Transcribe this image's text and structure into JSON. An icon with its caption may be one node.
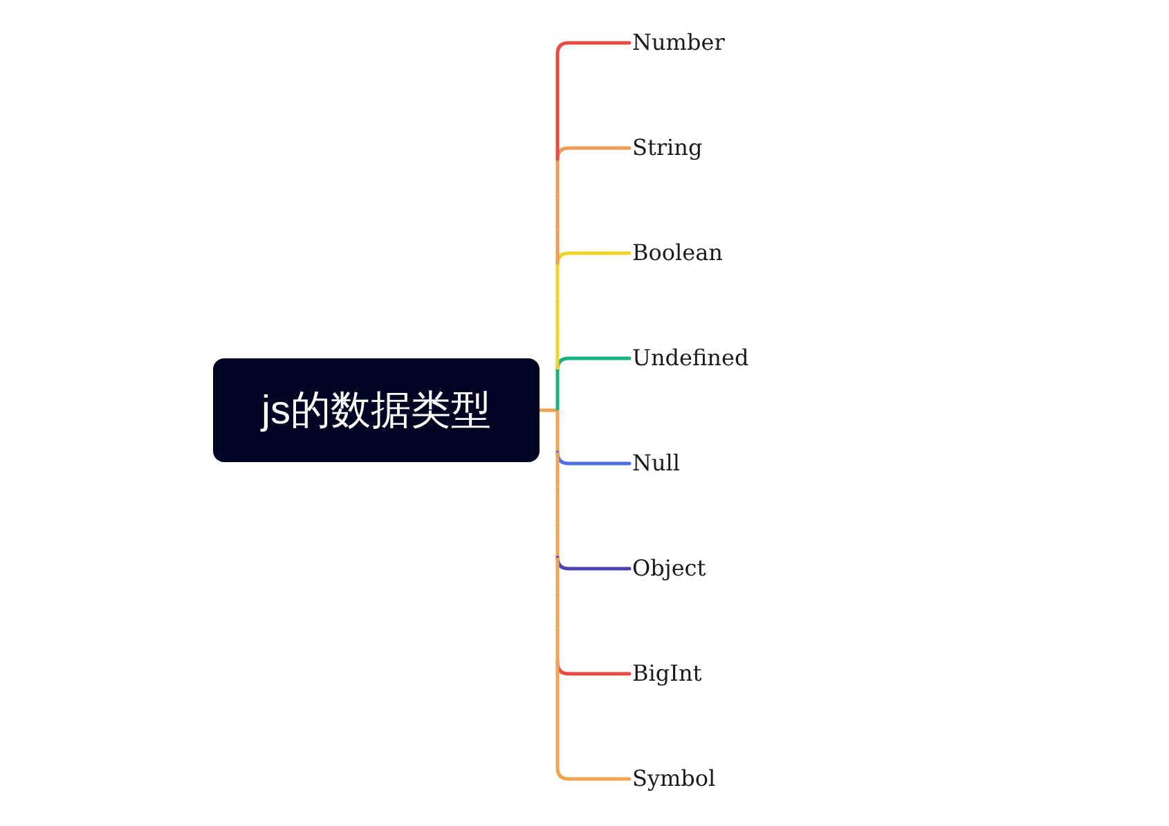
{
  "diagram": {
    "nodes": [
      {
        "text": [
          "js的数据类型"
        ]
      },
      {
        "text": [
          "Number"
        ]
      },
      {
        "text": [
          "String"
        ]
      },
      {
        "text": [
          "Boolean"
        ]
      },
      {
        "text": [
          "Undefined"
        ]
      },
      {
        "text": [
          "Null"
        ]
      },
      {
        "text": [
          "Object"
        ]
      },
      {
        "text": [
          "BigInt"
        ]
      },
      {
        "text": [
          "Symbol"
        ]
      }
    ],
    "edges": [
      {
        "from": 0,
        "to": 1,
        "arrow": "none",
        "color": "#ea4a3f"
      },
      {
        "from": 0,
        "to": 2,
        "arrow": "none",
        "color": "#ef9b55"
      },
      {
        "from": 0,
        "to": 3,
        "arrow": "none",
        "color": "#f1d229"
      },
      {
        "from": 0,
        "to": 4,
        "arrow": "none",
        "color": "#14b47c"
      },
      {
        "from": 0,
        "to": 5,
        "arrow": "none",
        "color": "#4d6fe3"
      },
      {
        "from": 0,
        "to": 6,
        "arrow": "none",
        "color": "#4e41b3"
      },
      {
        "from": 0,
        "to": 7,
        "arrow": "none",
        "color": "#ea4a3f"
      },
      {
        "from": 0,
        "to": 8,
        "arrow": "none",
        "color": "#f3a252"
      }
    ]
  }
}
